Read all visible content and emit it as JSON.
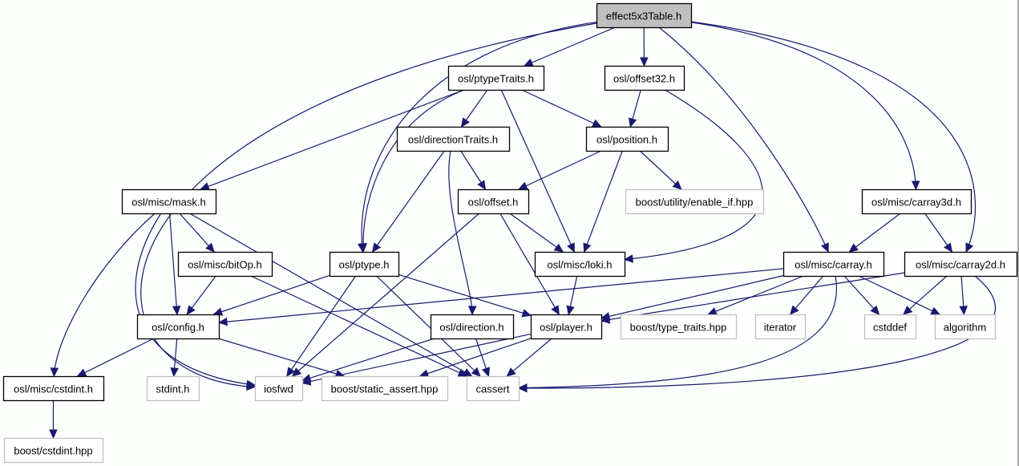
{
  "title": "effect5x3Table.h include dependency graph",
  "colors": {
    "edge": "#191970",
    "root_fill": "#bfbfbf",
    "internal_border": "#000000",
    "external_border": "#bfbfbf"
  },
  "nodes": [
    {
      "id": "root",
      "label": "effect5x3Table.h",
      "kind": "root"
    },
    {
      "id": "ptypeTraits",
      "label": "osl/ptypeTraits.h",
      "kind": "internal"
    },
    {
      "id": "offset32",
      "label": "osl/offset32.h",
      "kind": "internal"
    },
    {
      "id": "directionTraits",
      "label": "osl/directionTraits.h",
      "kind": "internal"
    },
    {
      "id": "position",
      "label": "osl/position.h",
      "kind": "internal"
    },
    {
      "id": "mask",
      "label": "osl/misc/mask.h",
      "kind": "internal"
    },
    {
      "id": "offset",
      "label": "osl/offset.h",
      "kind": "internal"
    },
    {
      "id": "enable_if",
      "label": "boost/utility/enable_if.hpp",
      "kind": "external"
    },
    {
      "id": "carray3d",
      "label": "osl/misc/carray3d.h",
      "kind": "internal"
    },
    {
      "id": "bitOp",
      "label": "osl/misc/bitOp.h",
      "kind": "internal"
    },
    {
      "id": "ptype",
      "label": "osl/ptype.h",
      "kind": "internal"
    },
    {
      "id": "loki",
      "label": "osl/misc/loki.h",
      "kind": "internal"
    },
    {
      "id": "carray",
      "label": "osl/misc/carray.h",
      "kind": "internal"
    },
    {
      "id": "carray2d",
      "label": "osl/misc/carray2d.h",
      "kind": "internal"
    },
    {
      "id": "config",
      "label": "osl/config.h",
      "kind": "internal"
    },
    {
      "id": "direction",
      "label": "osl/direction.h",
      "kind": "internal"
    },
    {
      "id": "player",
      "label": "osl/player.h",
      "kind": "internal"
    },
    {
      "id": "type_traits",
      "label": "boost/type_traits.hpp",
      "kind": "external"
    },
    {
      "id": "iterator",
      "label": "iterator",
      "kind": "external"
    },
    {
      "id": "cstddef",
      "label": "cstddef",
      "kind": "external"
    },
    {
      "id": "algorithm",
      "label": "algorithm",
      "kind": "external"
    },
    {
      "id": "cstdint",
      "label": "osl/misc/cstdint.h",
      "kind": "internal"
    },
    {
      "id": "stdint",
      "label": "stdint.h",
      "kind": "external"
    },
    {
      "id": "iosfwd",
      "label": "iosfwd",
      "kind": "external"
    },
    {
      "id": "static_assert",
      "label": "boost/static_assert.hpp",
      "kind": "external"
    },
    {
      "id": "cassert",
      "label": "cassert",
      "kind": "external"
    },
    {
      "id": "boost_cstdint",
      "label": "boost/cstdint.hpp",
      "kind": "external"
    }
  ],
  "edges": [
    [
      "root",
      "ptypeTraits"
    ],
    [
      "root",
      "offset32"
    ],
    [
      "root",
      "ptype"
    ],
    [
      "root",
      "iosfwd"
    ],
    [
      "root",
      "carray"
    ],
    [
      "root",
      "carray3d"
    ],
    [
      "root",
      "carray2d"
    ],
    [
      "ptypeTraits",
      "directionTraits"
    ],
    [
      "ptypeTraits",
      "position"
    ],
    [
      "ptypeTraits",
      "mask"
    ],
    [
      "ptypeTraits",
      "ptype"
    ],
    [
      "ptypeTraits",
      "loki"
    ],
    [
      "offset32",
      "position"
    ],
    [
      "offset32",
      "loki"
    ],
    [
      "directionTraits",
      "offset"
    ],
    [
      "directionTraits",
      "ptype"
    ],
    [
      "directionTraits",
      "direction"
    ],
    [
      "position",
      "offset"
    ],
    [
      "position",
      "loki"
    ],
    [
      "position",
      "enable_if"
    ],
    [
      "mask",
      "bitOp"
    ],
    [
      "mask",
      "config"
    ],
    [
      "mask",
      "cstdint"
    ],
    [
      "mask",
      "iosfwd"
    ],
    [
      "mask",
      "cassert"
    ],
    [
      "offset",
      "loki"
    ],
    [
      "offset",
      "player"
    ],
    [
      "offset",
      "iosfwd"
    ],
    [
      "carray3d",
      "carray"
    ],
    [
      "carray3d",
      "carray2d"
    ],
    [
      "bitOp",
      "config"
    ],
    [
      "bitOp",
      "cassert"
    ],
    [
      "ptype",
      "config"
    ],
    [
      "ptype",
      "player"
    ],
    [
      "ptype",
      "iosfwd"
    ],
    [
      "ptype",
      "cassert"
    ],
    [
      "loki",
      "player"
    ],
    [
      "carray",
      "config"
    ],
    [
      "carray",
      "player"
    ],
    [
      "carray",
      "type_traits"
    ],
    [
      "carray",
      "iterator"
    ],
    [
      "carray",
      "cstddef"
    ],
    [
      "carray",
      "algorithm"
    ],
    [
      "carray",
      "cassert"
    ],
    [
      "carray2d",
      "player"
    ],
    [
      "carray2d",
      "cstddef"
    ],
    [
      "carray2d",
      "algorithm"
    ],
    [
      "carray2d",
      "cassert"
    ],
    [
      "config",
      "cstdint"
    ],
    [
      "config",
      "stdint"
    ],
    [
      "config",
      "static_assert"
    ],
    [
      "direction",
      "iosfwd"
    ],
    [
      "direction",
      "cassert"
    ],
    [
      "player",
      "iosfwd"
    ],
    [
      "player",
      "static_assert"
    ],
    [
      "player",
      "cassert"
    ],
    [
      "cstdint",
      "boost_cstdint"
    ]
  ]
}
